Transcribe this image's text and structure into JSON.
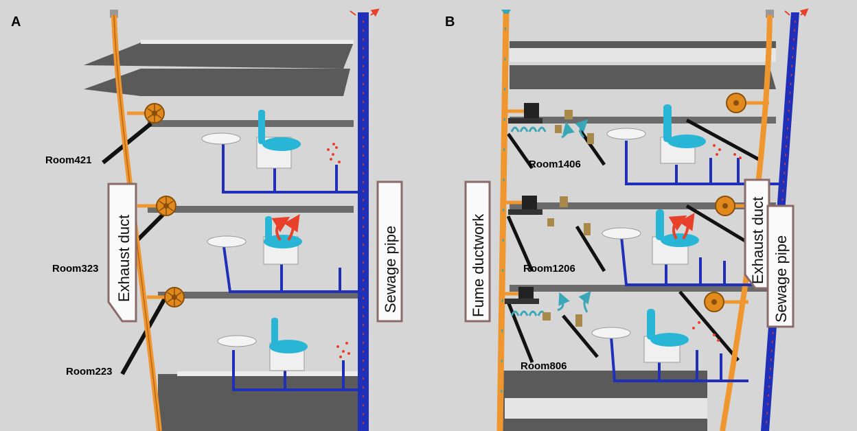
{
  "panels": [
    {
      "letter": "A",
      "rooms": [
        "Room421",
        "Room323",
        "Room223"
      ],
      "exhaust_label": "Exhaust duct",
      "sewage_label": "Sewage pipe"
    },
    {
      "letter": "B",
      "rooms": [
        "Room1406",
        "Room1206",
        "Room806"
      ],
      "fume_label": "Fume ductwork",
      "exhaust_label": "Exhaust duct",
      "sewage_label": "Sewage pipe"
    }
  ],
  "colors": {
    "background": "#d6d6d6",
    "slab": "#5a5a5a",
    "slab_edge": "#e8e8e8",
    "exhaust_duct": "#f0962e",
    "sewage_pipe": "#1f2fb8",
    "aerosol": "#e8402a",
    "toilet_seat": "#29b6d6",
    "fan": "#e08a1e",
    "airflow_arrow": "#3aa7b8"
  },
  "icons": [
    "exhaust-fan-icon",
    "toilet-icon",
    "sink-icon",
    "range-hood-icon",
    "airflow-arrow-icon",
    "aerosol-plume-icon"
  ]
}
